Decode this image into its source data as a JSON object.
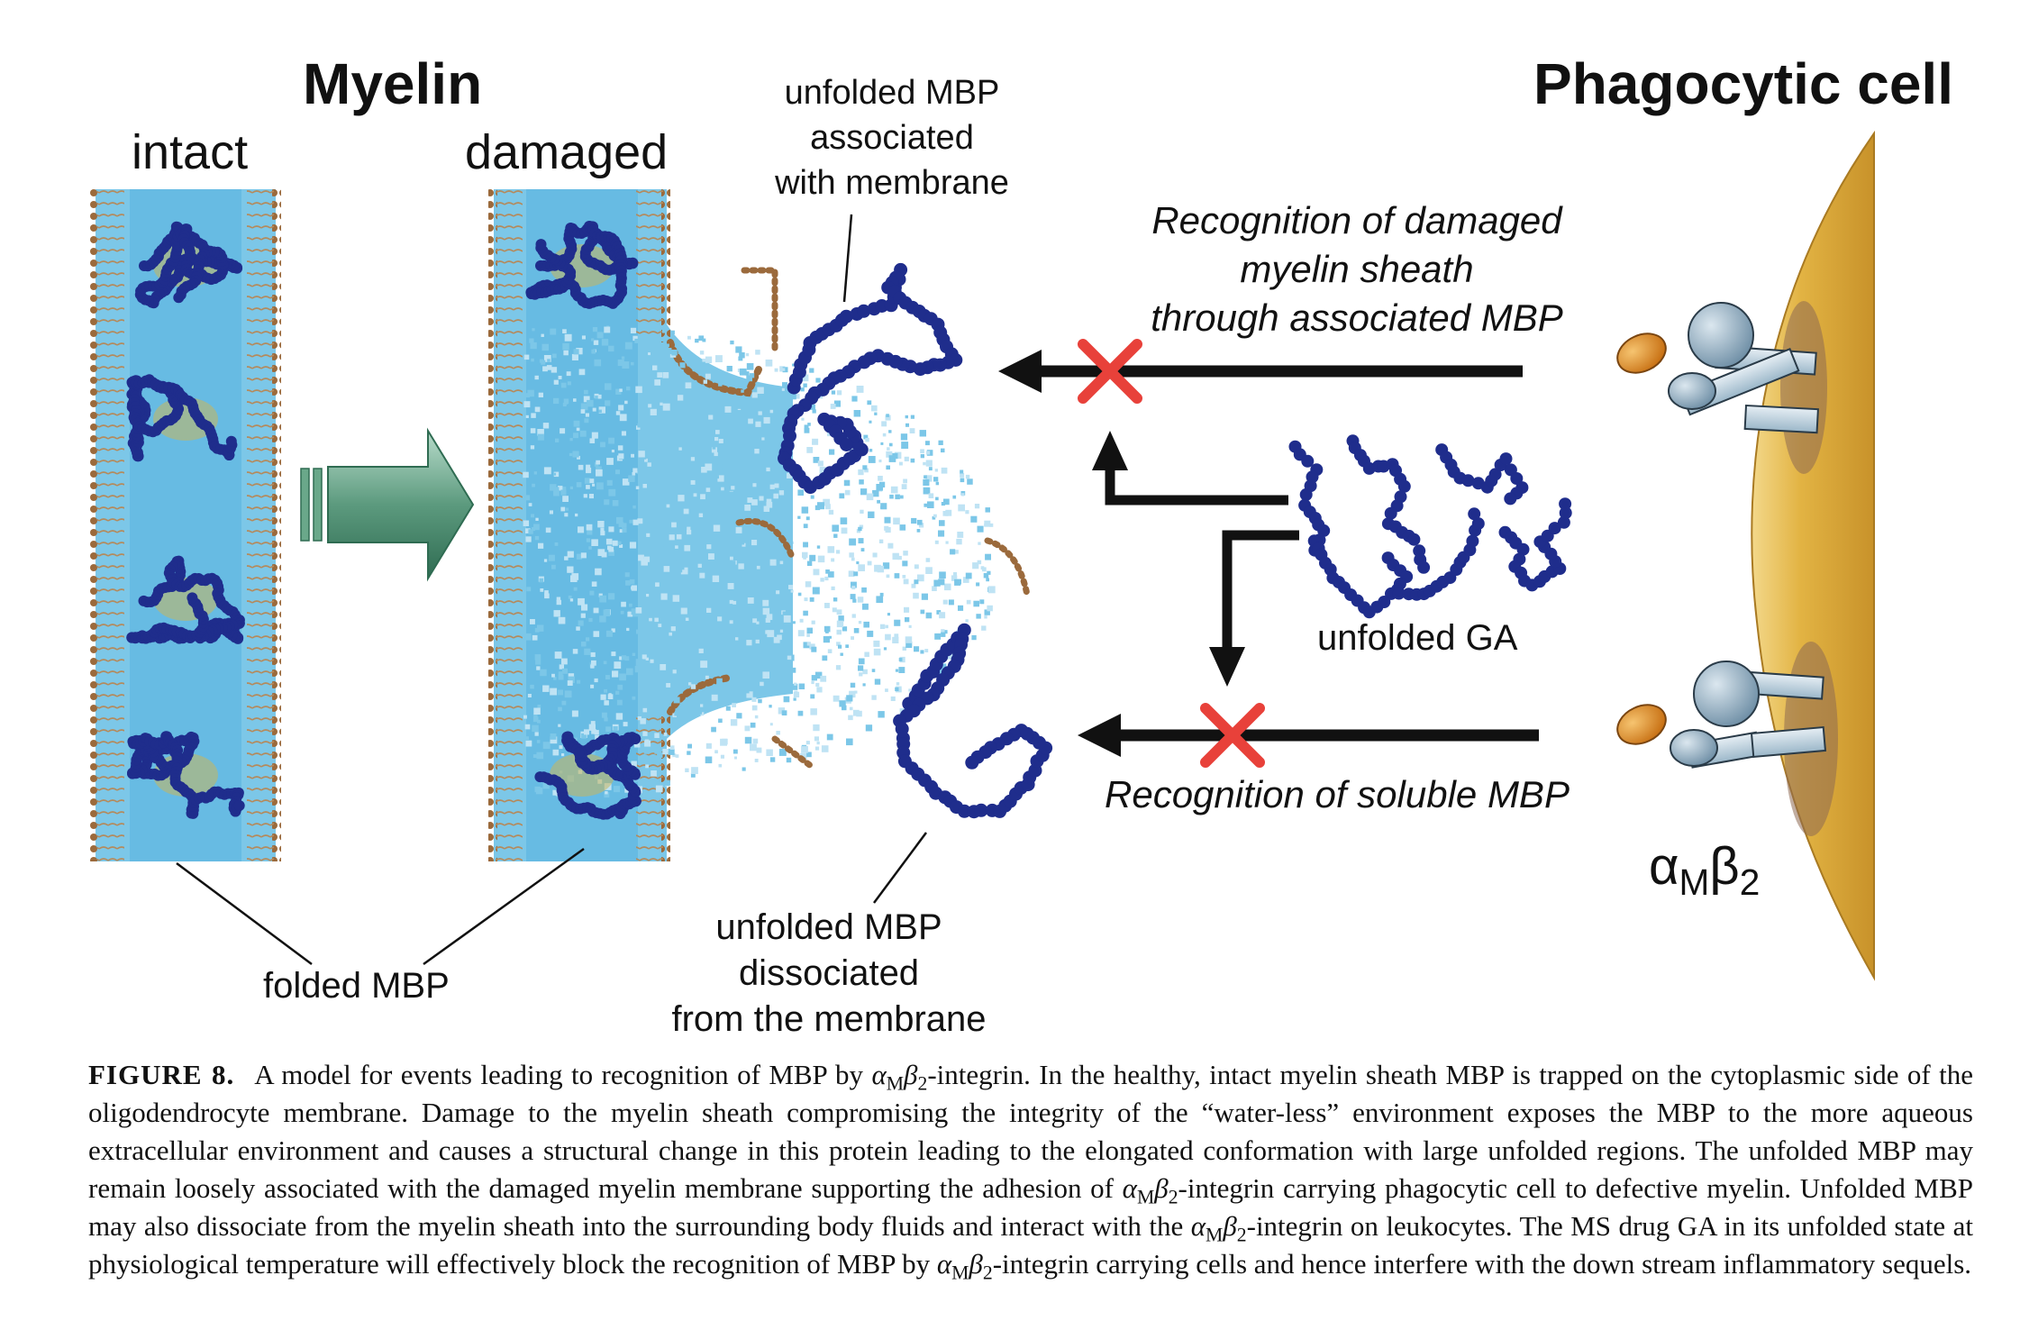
{
  "figure": {
    "title_myelin": "Myelin",
    "label_intact": "intact",
    "label_damaged": "damaged",
    "title_phagocytic": "Phagocytic cell",
    "label_associated": [
      "unfolded MBP",
      "associated",
      "with membrane"
    ],
    "label_recognition_damaged": [
      "Recognition of damaged",
      "myelin sheath",
      "through associated MBP"
    ],
    "label_unfolded_ga": "unfolded GA",
    "label_recognition_soluble": "Recognition of soluble MBP",
    "label_dissociated": [
      "unfolded MBP",
      "dissociated",
      "from the membrane"
    ],
    "label_folded": "folded MBP",
    "label_integrin_alpha": "α",
    "label_integrin_alpha_sub": "M",
    "label_integrin_beta": "β",
    "label_integrin_beta_sub": "2"
  },
  "caption": {
    "label": "FIGURE 8.",
    "p1": "A model for events leading to recognition of MBP by ",
    "p2": "-integrin. In the healthy, intact myelin sheath MBP is trapped on the cytoplasmic side of the oligodendrocyte membrane. Damage to the myelin sheath compromising the integrity of the “water-less” environment exposes the MBP to the more aqueous extracellular environment and causes a structural change in this protein leading to the elongated conformation with large unfolded regions. The unfolded MBP may remain loosely associated with the damaged myelin membrane supporting the adhesion of ",
    "p3": "-integrin carrying phagocytic cell to defective myelin. Unfolded MBP may also dissociate from the myelin sheath into the surrounding body fluids and interact with the ",
    "p4": "-integrin on leukocytes. The MS drug GA in its unfolded state at physiological temperature will effectively block the recognition of MBP by ",
    "p5": "-integrin carrying cells and hence interfere with the down stream inflammatory sequels.",
    "ab_alpha": "α",
    "ab_m": "M",
    "ab_beta": "β",
    "ab_2": "2"
  },
  "colors": {
    "membrane_blue": "#7cc7e8",
    "lipid_brown": "#9b6a3c",
    "protein_navy": "#1f2d8c",
    "arrow_green": "#5c9a7e",
    "cell_gold": "#e2b343",
    "cross_red": "#e8413a",
    "receptor_gray": "#8fb0c6",
    "ligand_orange": "#e79a2e"
  }
}
